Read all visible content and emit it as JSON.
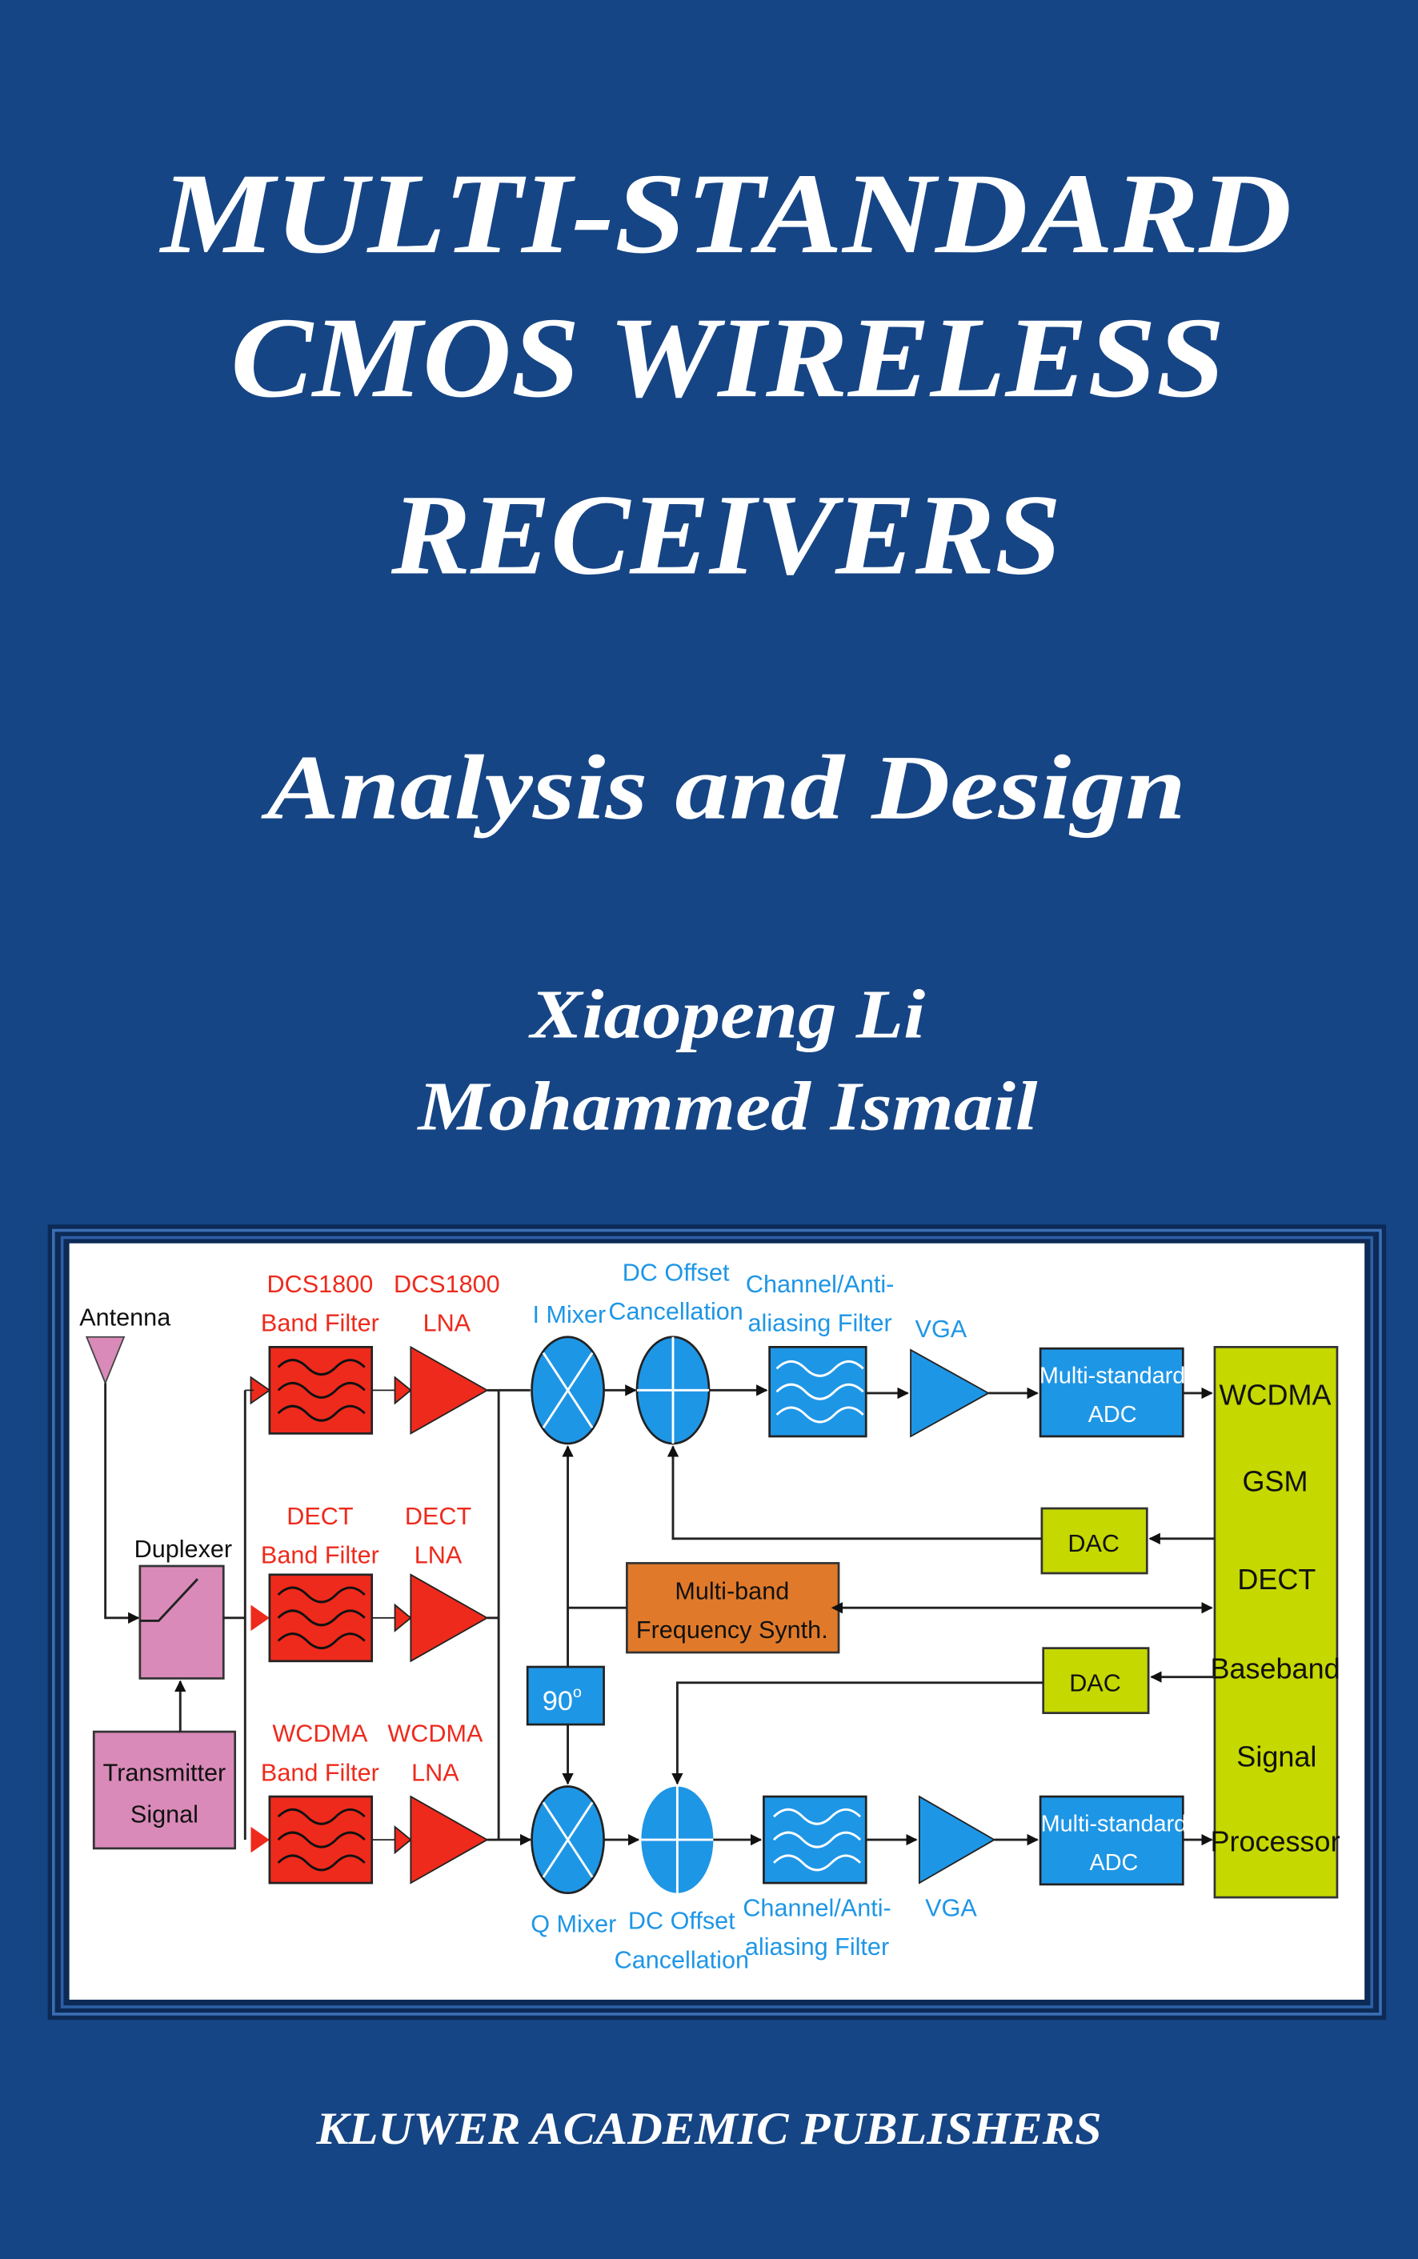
{
  "cover": {
    "title_lines": [
      "MULTI-STANDARD",
      "CMOS WIRELESS",
      "RECEIVERS"
    ],
    "subtitle": "Analysis and Design",
    "authors": [
      "Xiaopeng Li",
      "Mohammed Ismail"
    ],
    "publisher": "KLUWER ACADEMIC PUBLISHERS",
    "colors": {
      "background": "#164585",
      "band_filter": "#ee2a1c",
      "rx_blocks": "#1e96e6",
      "baseband": "#c5d800",
      "synth": "#e07a2a",
      "duplexer": "#d98ab8"
    }
  },
  "diagram": {
    "antenna": "Antenna",
    "duplexer": "Duplexer",
    "transmitter": [
      "Transmitter",
      "Signal"
    ],
    "bands": [
      {
        "filter": [
          "DCS1800",
          "Band Filter"
        ],
        "lna": [
          "DCS1800",
          "LNA"
        ]
      },
      {
        "filter": [
          "DECT",
          "Band Filter"
        ],
        "lna": [
          "DECT",
          "LNA"
        ]
      },
      {
        "filter": [
          "WCDMA",
          "Band Filter"
        ],
        "lna": [
          "WCDMA",
          "LNA"
        ]
      }
    ],
    "i_mixer": "I Mixer",
    "q_mixer": "Q Mixer",
    "dc_offset": [
      "DC Offset",
      "Cancellation"
    ],
    "channel_filter": [
      "Channel/Anti-",
      "aliasing Filter"
    ],
    "vga": "VGA",
    "adc": [
      "Multi-standard",
      "ADC"
    ],
    "dac": "DAC",
    "phase_shift": "90",
    "phase_unit": "o",
    "synth": [
      "Multi-band",
      "Frequency Synth."
    ],
    "baseband": [
      "WCDMA",
      "GSM",
      "DECT",
      "Baseband",
      "Signal",
      "Processor"
    ]
  }
}
